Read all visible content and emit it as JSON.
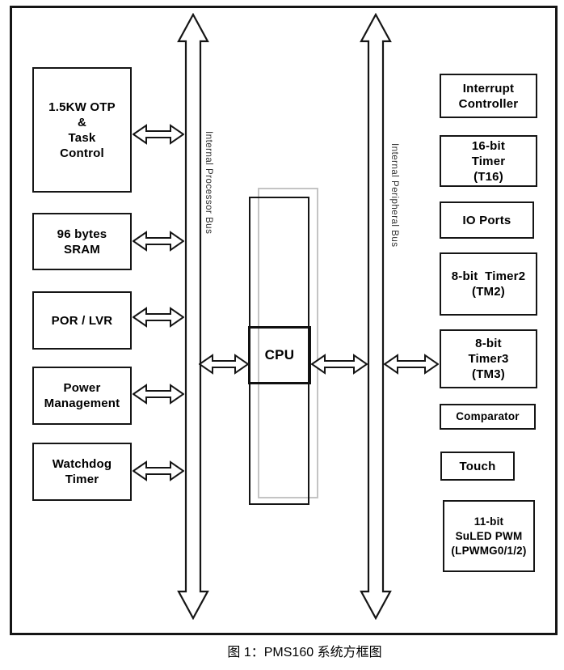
{
  "diagram": {
    "bus_labels": {
      "processor": "Internal Processor Bus",
      "peripheral": "Internal Peripheral Bus"
    },
    "cpu_label": "CPU",
    "left_blocks": [
      {
        "lines": [
          "1.5KW OTP",
          "&",
          "Task",
          "Control"
        ]
      },
      {
        "lines": [
          "96 bytes",
          "SRAM"
        ]
      },
      {
        "lines": [
          "POR / LVR"
        ]
      },
      {
        "lines": [
          "Power",
          "Management"
        ]
      },
      {
        "lines": [
          "Watchdog",
          "Timer"
        ]
      }
    ],
    "right_blocks": [
      {
        "lines": [
          "Interrupt",
          "Controller"
        ]
      },
      {
        "lines": [
          "16-bit",
          "Timer",
          "(T16)"
        ]
      },
      {
        "lines": [
          "IO Ports"
        ]
      },
      {
        "lines": [
          "8-bit  Timer2",
          "(TM2)"
        ]
      },
      {
        "lines": [
          "8-bit",
          "Timer3",
          "(TM3)"
        ]
      },
      {
        "lines": [
          "Comparator"
        ]
      },
      {
        "lines": [
          "Touch"
        ]
      },
      {
        "lines": [
          "11-bit",
          "SuLED PWM",
          "(LPWMG0/1/2)"
        ]
      }
    ]
  },
  "caption": "图 1：PMS160 系统方框图",
  "colors": {
    "line": "#151515",
    "shadow_outline": "#c4c4c4",
    "background": "#ffffff",
    "text": "#000000"
  }
}
